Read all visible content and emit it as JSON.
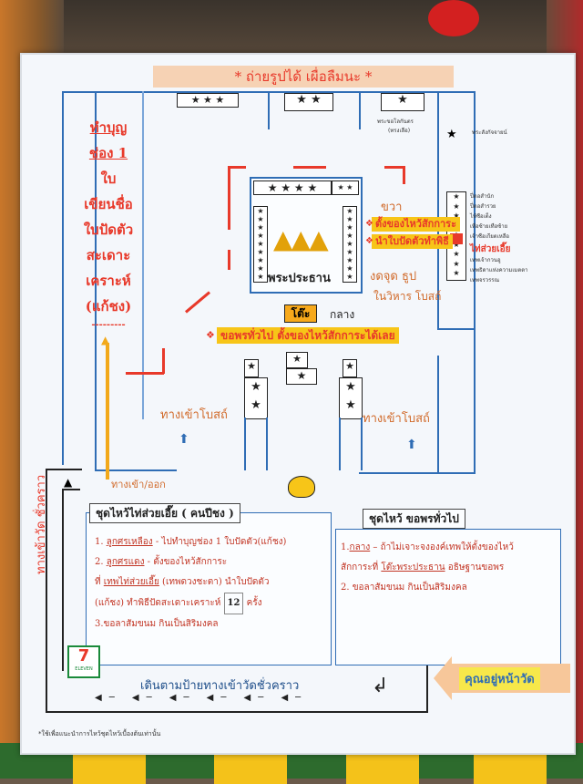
{
  "header": {
    "title": "* ถ่ายรูปได้ เผื่อลืมนะ *"
  },
  "left_panel": {
    "lines": [
      "ทำบุญ",
      "ช่อง 1",
      "ใบ",
      "เขียนชื่อ",
      "ใบปัดตัว",
      "สะเดาะ",
      "เคราะห์",
      "(แก้ชง)",
      "---------"
    ]
  },
  "top_room": {
    "label": "พระขอโลกันตร",
    "sub": "(ทรงเลือ)"
  },
  "right_label_top": "พระสังกัจจายน์",
  "legend": {
    "items": [
      "ปี่ตอสำนัก",
      "ปี่ตอสำรวย",
      "ไท้ซือเต็ง",
      "เทือซ้ายเทือซ้าย",
      "เจ้าซือเกียตเหลือ",
      "ไท่ส่วยเอี๊ย",
      "เทพเจ้ากวนอู",
      "เทพธิดาแห่งความเมตตา",
      "เทพจรวรรณ"
    ],
    "highlight": "ไท่ส่วยเอี๊ย"
  },
  "center": {
    "altar_label": "พระประธาน",
    "right_direction": "ขวา",
    "offer_right": "ตั้งของไหว้สักการะ",
    "offer_right2": "นำใบปัดตัวทำพิธี",
    "no_incense": "งดจุด ธูป",
    "no_incense2": "ในวิหาร โบสถ์",
    "table_label": "โต๊ะ",
    "middle_label": "กลาง",
    "general_wish": "ขอพรทั่วไป ตั้งของไหว้สักการะได้เลย"
  },
  "entrances": {
    "left": "ทางเข้าโบสถ์",
    "right": "ทางเข้าโบสถ์",
    "gate": "ทางเข้า/ออก"
  },
  "side_path": "ทางเข้าวัด ชั่วคราว",
  "panel_left": {
    "heading": "ชุดไหว้ไท่ส่วยเอี๊ย ( คนปีชง )",
    "items": [
      {
        "num": "1.",
        "key": "ลูกศรเหลือง",
        "text": " - ไปทำบุญช่อง 1 ใบปัดตัว(แก้ชง)"
      },
      {
        "num": "2.",
        "key": "ลูกศรแดง",
        "text": " - ตั้งของไหว้สักการะ"
      }
    ],
    "line3_pre": "ที่ ",
    "line3_key": "เทพไท่ส่วยเอี๊ย",
    "line3_post": " (เทพดวงชะตา) นำใบปัดตัว",
    "line4_pre": "(แก้ชง) ทำพิธีปัดสะเดาะเคราะห์",
    "line4_num": "12",
    "line4_post": "ครั้ง",
    "line5": "3.ขอลาสัมขนม กินเป็นสิริมงคล"
  },
  "panel_right": {
    "heading": "ชุดไหว้ ขอพรทั่วไป",
    "line1_num": "1.",
    "line1_key": "กลาง",
    "line1_text": " – ถ้าไม่เจาะจงองค์เทพให้ตั้งของไหว้",
    "line2_pre": "สักการะที่ ",
    "line2_key": "โต๊ะพระประธาน",
    "line2_post": " อธิษฐานขอพร",
    "line3": "2. ขอลาสัมขนม กินเป็นสิริมงคล"
  },
  "store": {
    "name": "ELEVEN",
    "num": "7"
  },
  "bottom_walk": "เดินตามป้ายทางเข้าวัดชั่วคราว",
  "you_are_here": "คุณอยู่หน้าวัด",
  "footnote": "*ใช้เพื่อแนะนำการไหว้ชุดไหว้เบื้องต้นเท่านั้น"
}
